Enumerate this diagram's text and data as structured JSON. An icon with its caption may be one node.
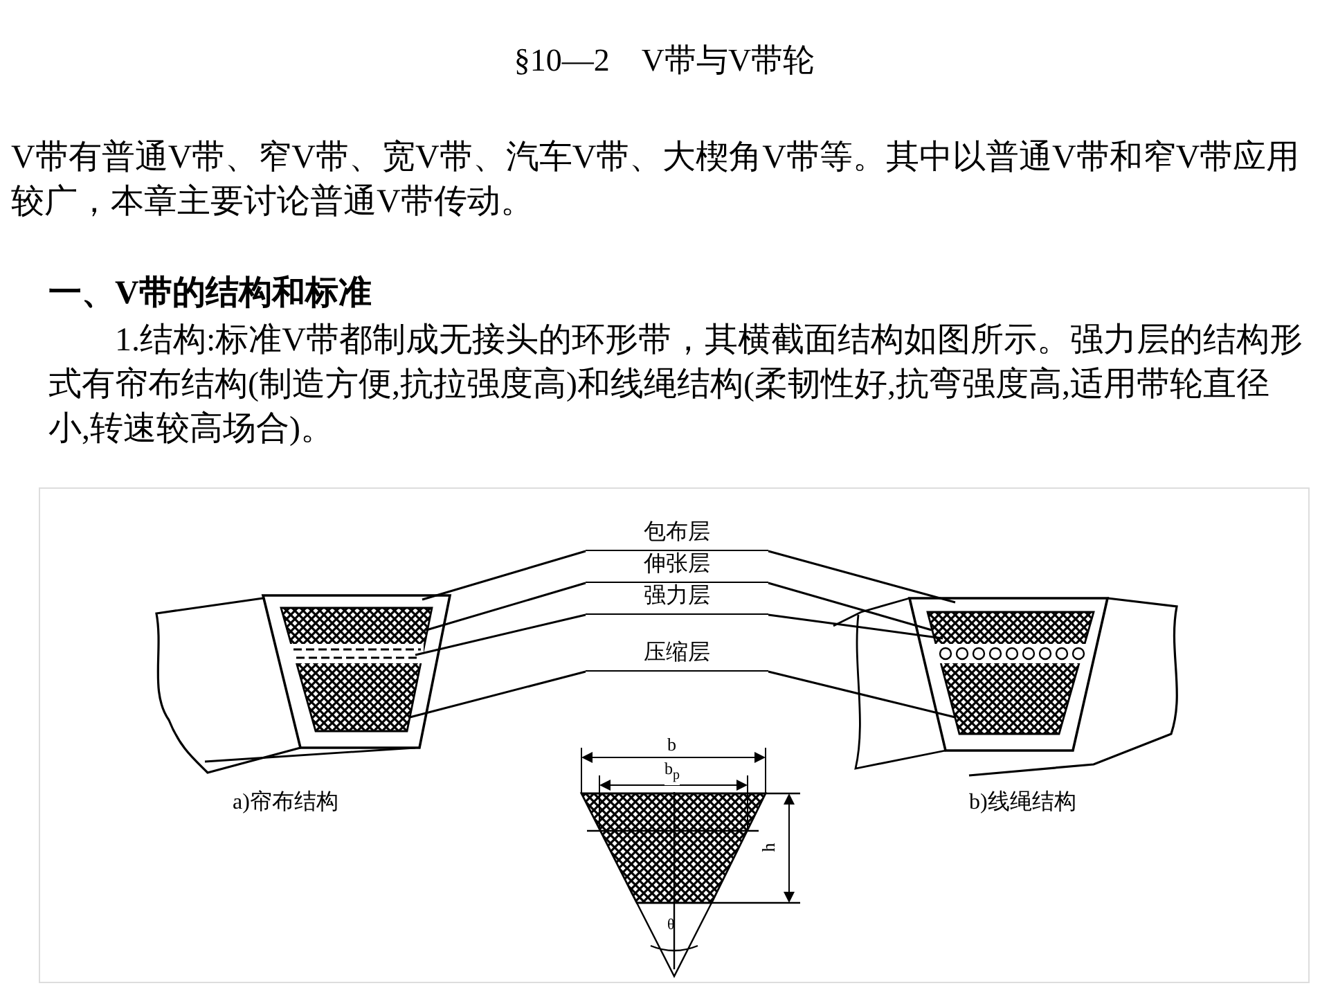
{
  "diagram": {
    "title": "§10—2　V带与V带轮",
    "nodes": [
      {
        "text": [
          "包布层"
        ]
      },
      {
        "text": [
          "伸张层"
        ]
      },
      {
        "text": [
          "强力层"
        ]
      },
      {
        "text": [
          "压缩层"
        ]
      }
    ],
    "edges": [
      {
        "from": 0,
        "to": null,
        "arrow": "none"
      },
      {
        "from": 0,
        "to": null,
        "arrow": "none"
      },
      {
        "from": 1,
        "to": null,
        "arrow": "none"
      },
      {
        "from": 1,
        "to": null,
        "arrow": "none"
      },
      {
        "from": 2,
        "to": null,
        "arrow": "none"
      },
      {
        "from": 2,
        "to": null,
        "arrow": "none"
      },
      {
        "from": 3,
        "to": null,
        "arrow": "none"
      },
      {
        "from": 3,
        "to": null,
        "arrow": "none"
      }
    ],
    "labels": [
      "V带有普通V带、窄V带、宽V带、汽车V带、大楔角V带等。其中以普通V带和窄V带应用较广，本章主要讨论普通V带传动。",
      "一、V带的结构和标准",
      "1.结构:标准V带都制成无接头的环形带，其横截面结构如图所示。强力层的结构形式有帘布结构(制造方便,抗拉强度高)和线绳结构(柔韧性好,抗弯强度高,适用带轮直径小,转速较高场合)。",
      "a)帘布结构",
      "b)线绳结构",
      "b",
      "b$_{p}$",
      "h",
      "θ"
    ]
  }
}
